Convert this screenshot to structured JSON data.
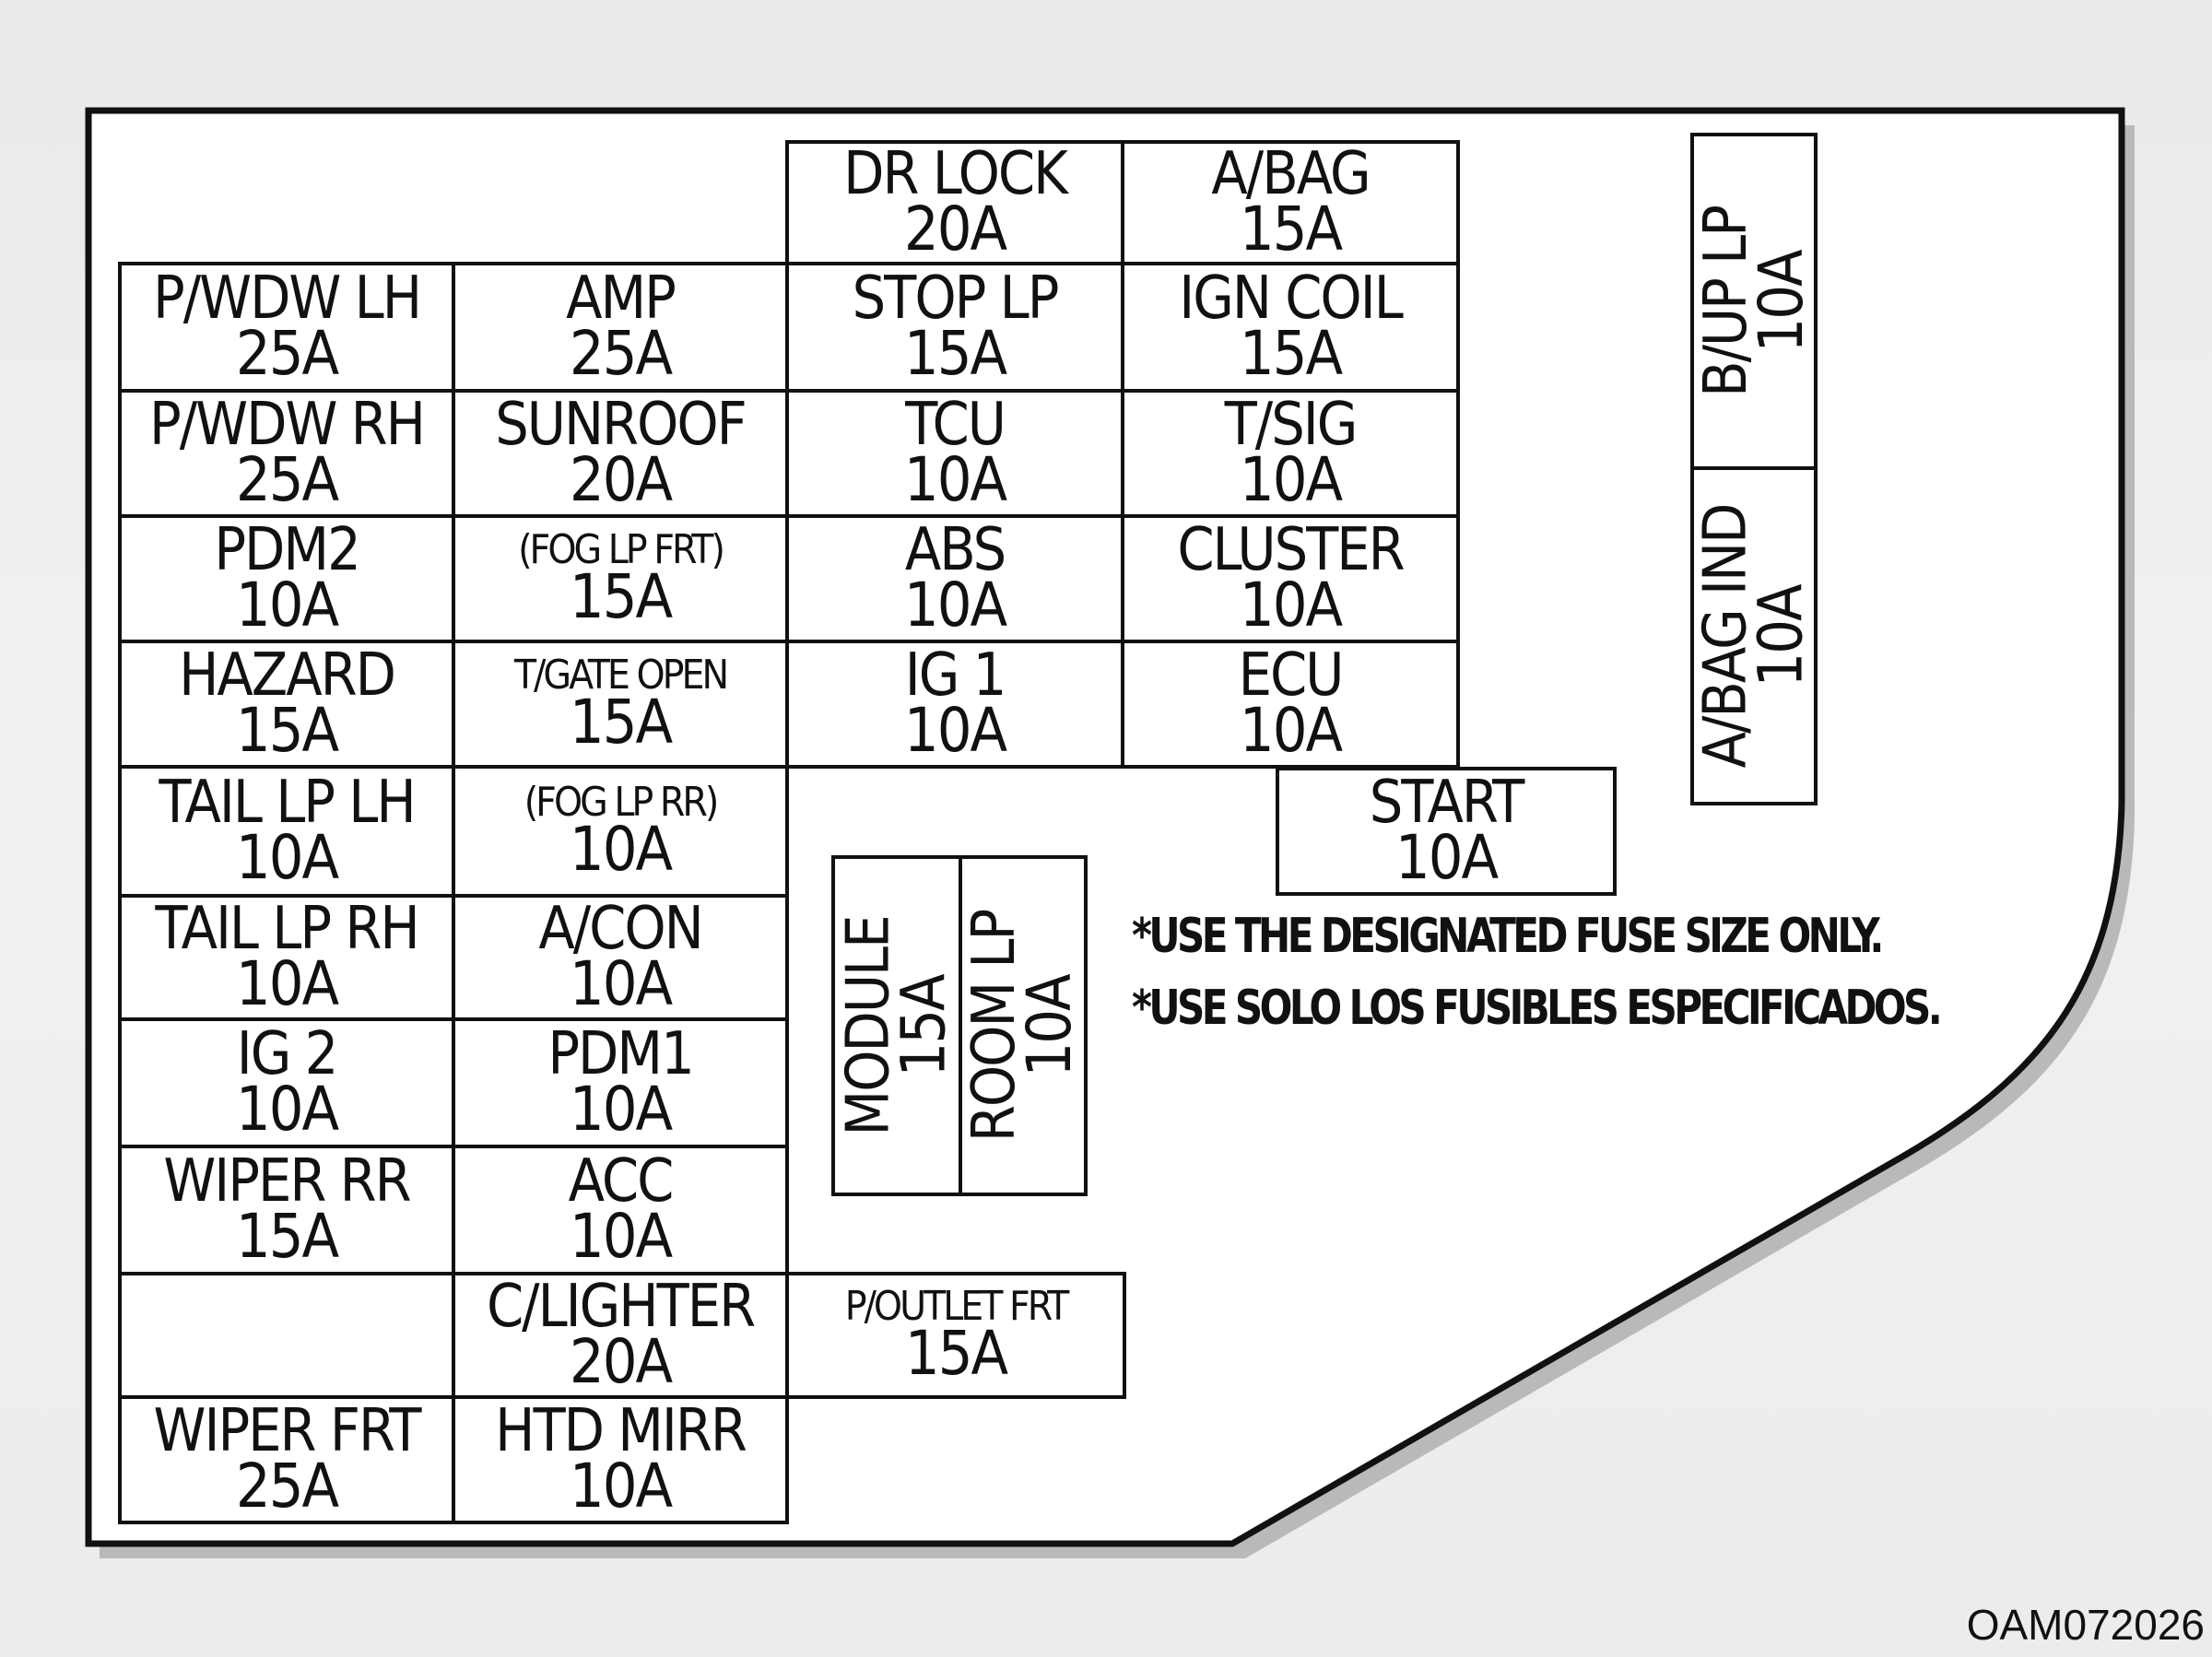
{
  "fuses": [
    {
      "name": "DR LOCK",
      "rating": "20A"
    },
    {
      "name": "A/BAG",
      "rating": "15A"
    },
    {
      "name": "P/WDW LH",
      "rating": "25A"
    },
    {
      "name": "AMP",
      "rating": "25A"
    },
    {
      "name": "STOP LP",
      "rating": "15A"
    },
    {
      "name": "IGN COIL",
      "rating": "15A"
    },
    {
      "name": "P/WDW RH",
      "rating": "25A"
    },
    {
      "name": "SUNROOF",
      "rating": "20A"
    },
    {
      "name": "TCU",
      "rating": "10A"
    },
    {
      "name": "T/SIG",
      "rating": "10A"
    },
    {
      "name": "PDM2",
      "rating": "10A"
    },
    {
      "name": "(FOG LP FRT)",
      "rating": "15A"
    },
    {
      "name": "ABS",
      "rating": "10A"
    },
    {
      "name": "CLUSTER",
      "rating": "10A"
    },
    {
      "name": "HAZARD",
      "rating": "15A"
    },
    {
      "name": "T/GATE OPEN",
      "rating": "15A"
    },
    {
      "name": "IG 1",
      "rating": "10A"
    },
    {
      "name": "ECU",
      "rating": "10A"
    },
    {
      "name": "TAIL LP LH",
      "rating": "10A"
    },
    {
      "name": "(FOG LP RR)",
      "rating": "10A"
    },
    {
      "name": "TAIL LP RH",
      "rating": "10A"
    },
    {
      "name": "A/CON",
      "rating": "10A"
    },
    {
      "name": "IG 2",
      "rating": "10A"
    },
    {
      "name": "PDM1",
      "rating": "10A"
    },
    {
      "name": "WIPER RR",
      "rating": "15A"
    },
    {
      "name": "ACC",
      "rating": "10A"
    },
    {
      "name": "",
      "rating": ""
    },
    {
      "name": "C/LIGHTER",
      "rating": "20A"
    },
    {
      "name": "P/OUTLET FRT",
      "rating": "15A"
    },
    {
      "name": "WIPER FRT",
      "rating": "25A"
    },
    {
      "name": "HTD MIRR",
      "rating": "10A"
    },
    {
      "name": "START",
      "rating": "10A"
    },
    {
      "name": "MODULE",
      "rating": "15A"
    },
    {
      "name": "ROOM LP",
      "rating": "10A"
    },
    {
      "name": "B/UP LP",
      "rating": "10A"
    },
    {
      "name": "A/BAG IND",
      "rating": "10A"
    }
  ],
  "notes": {
    "en": "*USE THE DESIGNATED FUSE  SIZE ONLY.",
    "es": "*USE SOLO LOS FUSIBLES ESPECIFICADOS."
  },
  "image_code": "OAM072026"
}
